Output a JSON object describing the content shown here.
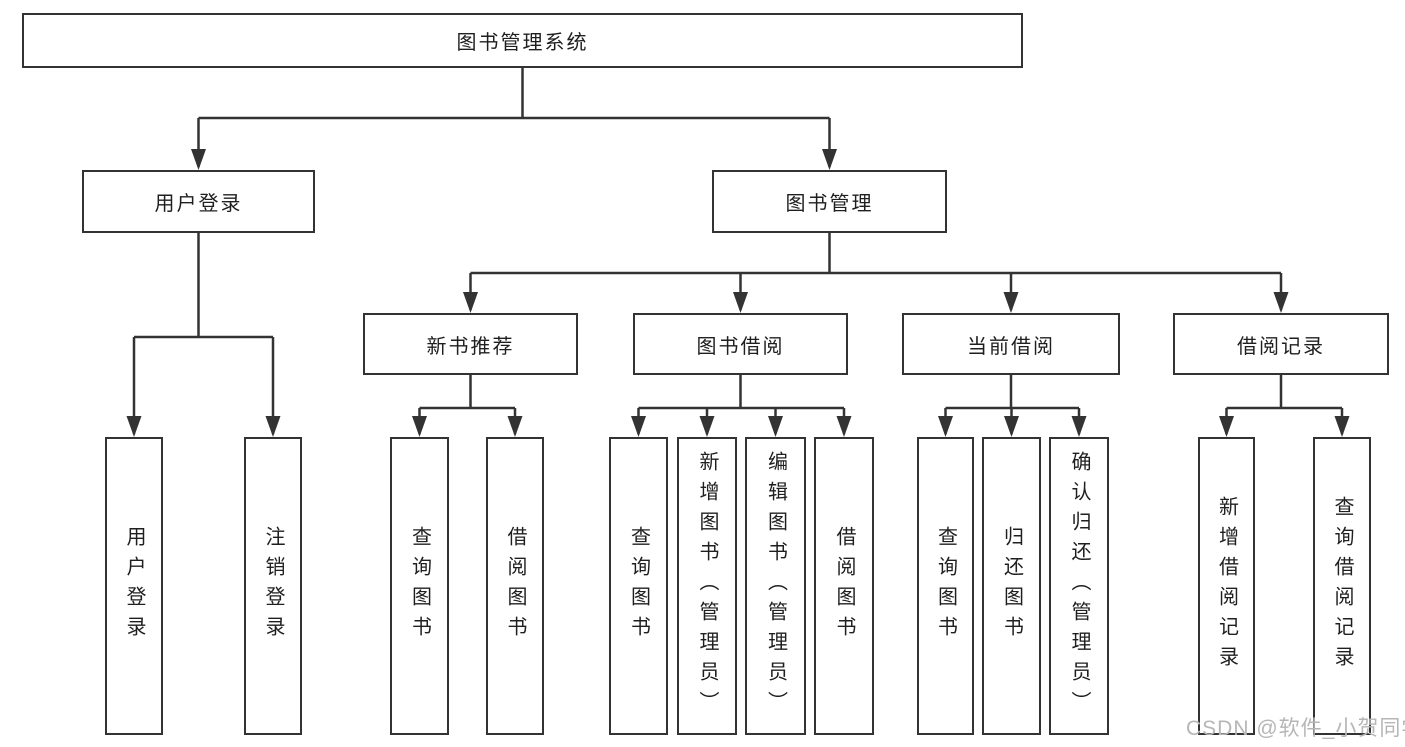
{
  "diagram": {
    "title": "图书管理系统",
    "level2": {
      "user_login": "用户登录",
      "book_mgmt": "图书管理"
    },
    "level3": {
      "new_books": "新书推荐",
      "book_borrow": "图书借阅",
      "current_borrow": "当前借阅",
      "borrow_records": "借阅记录"
    },
    "leaves": {
      "user_login": [
        "用户登录",
        "注销登录"
      ],
      "new_books": [
        "查询图书",
        "借阅图书"
      ],
      "book_borrow": [
        "查询图书",
        "新增图书（管理员）",
        "编辑图书（管理员）",
        "借阅图书"
      ],
      "current_borrow": [
        "查询图书",
        "归还图书",
        "确认归还（管理员）"
      ],
      "borrow_records": [
        "新增借阅记录",
        "查询借阅记录"
      ]
    }
  },
  "watermark": "CSDN @软件_小贺同学",
  "colors": {
    "line": "#333333",
    "text": "#1f1f1f",
    "watermark": "#b6b6b6",
    "background": "#ffffff"
  }
}
